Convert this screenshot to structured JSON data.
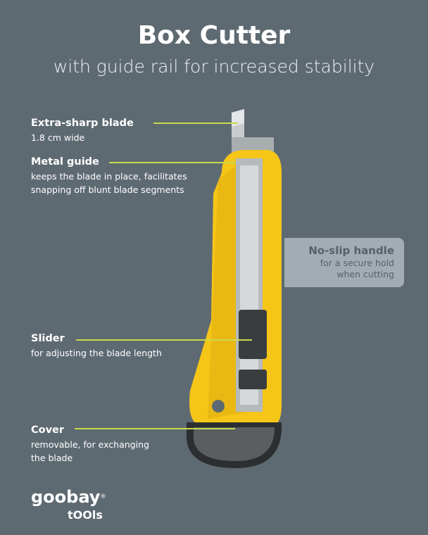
{
  "header": {
    "title": "Box Cutter",
    "subtitle": "with guide rail for increased stability"
  },
  "features": [
    {
      "title": "Extra-sharp blade",
      "desc": "1.8 cm wide"
    },
    {
      "title": "Metal guide",
      "desc": "keeps the blade in place, facilitates snapping off blunt blade segments"
    },
    {
      "title": "Slider",
      "desc": "for adjusting the blade length"
    },
    {
      "title": "Cover",
      "desc": "removable, for exchanging the blade"
    }
  ],
  "callout": {
    "title": "No-slip handle",
    "line1": "for a secure hold",
    "line2": "when cutting"
  },
  "brand": {
    "name": "goobay",
    "sub": "tOOls",
    "registered": "®"
  },
  "colors": {
    "background": "#5e6a72",
    "accent": "#c9d94a",
    "handle": "#f5c518"
  }
}
